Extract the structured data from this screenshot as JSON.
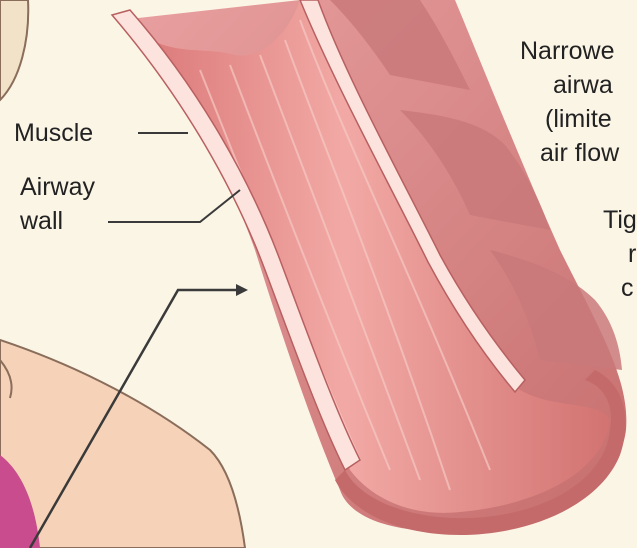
{
  "labels": {
    "muscle": "Muscle",
    "airway_wall_line1": "Airway",
    "airway_wall_line2": "wall",
    "narrowed_line1": "Narrowe",
    "narrowed_line2": "airwa",
    "narrowed_line3": "(limite",
    "narrowed_line4": "air flow",
    "tight_line1": "Tig",
    "tight_line2": "r",
    "tight_line3": "c"
  },
  "colors": {
    "background": "#fbf5e6",
    "airway_inner": "#e58b8a",
    "airway_highlight": "#f7c9c4",
    "muscle_band": "#c9797a",
    "wall_edge": "#fde3de",
    "skin": "#f6d3b8",
    "pink_tissue": "#c84c8e",
    "leader_line": "#3a3a3a"
  }
}
